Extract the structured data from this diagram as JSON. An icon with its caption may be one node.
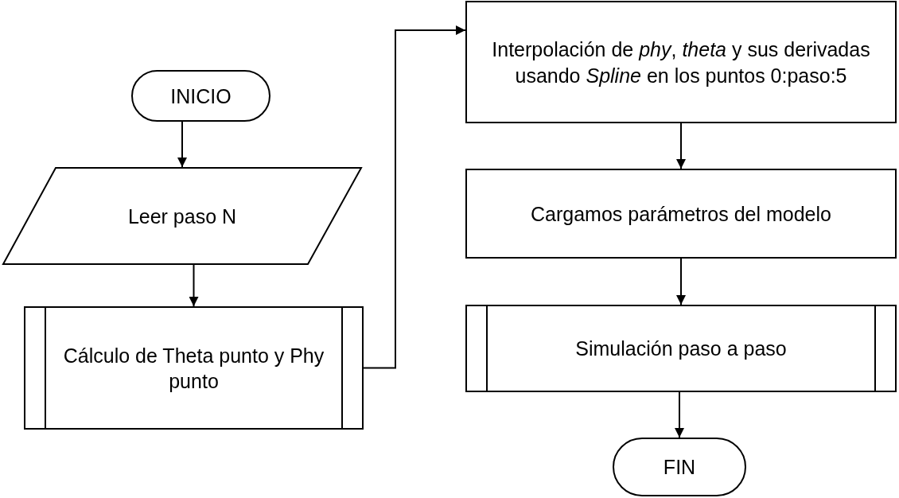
{
  "diagram": {
    "nodes": [
      {
        "text": [
          "INICIO"
        ]
      },
      {
        "text": [
          "Leer paso N"
        ]
      },
      {
        "text": [
          "Cálculo de Theta punto y Phy punto"
        ]
      },
      {
        "text": [
          "Interpolación de *phy*, *theta* y sus derivadas usando *Spline* en los puntos 0:paso:5"
        ]
      },
      {
        "text": [
          "Cargamos parámetros del modelo"
        ]
      },
      {
        "text": [
          "Simulación paso a paso"
        ]
      },
      {
        "text": [
          "FIN"
        ]
      }
    ],
    "edges": [
      {
        "from": 0,
        "to": 1,
        "arrow": "to"
      },
      {
        "from": 1,
        "to": 2,
        "arrow": "to"
      },
      {
        "from": 2,
        "to": 3,
        "arrow": "to"
      },
      {
        "from": 3,
        "to": 4,
        "arrow": "to"
      },
      {
        "from": 4,
        "to": 5,
        "arrow": "to"
      },
      {
        "from": 5,
        "to": 6,
        "arrow": "to"
      }
    ]
  }
}
